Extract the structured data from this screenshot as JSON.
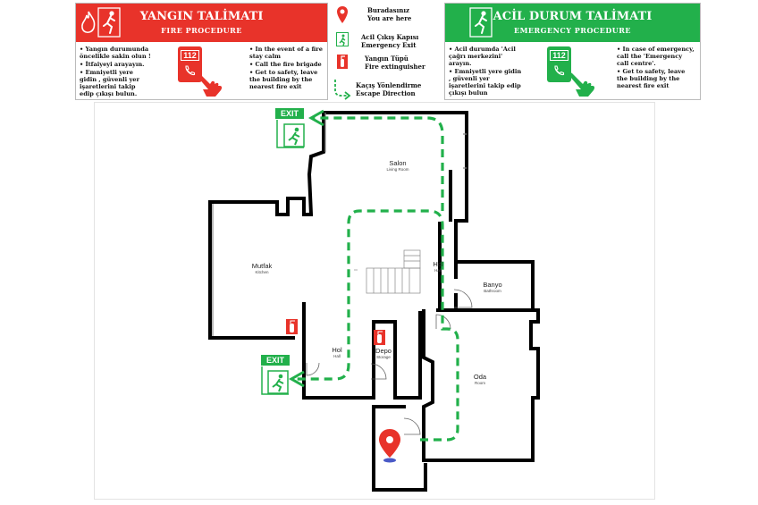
{
  "fire_panel": {
    "title": "YANGIN TALİMATI",
    "subtitle": "FIRE PROCEDURE",
    "phone_number": "112",
    "color": "#e8332a",
    "tr_lines": [
      "Yangın durumunda öncelikle sakin olun !",
      "İtfaiyeyi arayayın.",
      "Emniyetli yere gidin , güvenli yer işaretlerini takip edip çıkışı bulun."
    ],
    "en_lines": [
      "In the event of a fire stay calm",
      "Call the fire brigade",
      "Get to safety, leave the building by the nearest fire exit"
    ],
    "icons": [
      "fire-icon",
      "running-person-icon",
      "phone-icon",
      "hand-pointer-icon"
    ]
  },
  "legend": {
    "items": [
      {
        "icon": "location-pin-icon",
        "tr": "Buradasınız",
        "en": "You are here"
      },
      {
        "icon": "emergency-exit-icon",
        "tr": "Acil Çıkış Kapısı",
        "en": "Emergency Exit"
      },
      {
        "icon": "fire-extinguisher-icon",
        "tr": "Yangın Tüpü",
        "en": "Fire extinguisher"
      },
      {
        "icon": "escape-arrow-icon",
        "tr": "Kaçış Yönlendirme",
        "en": "Escape Direction"
      }
    ]
  },
  "emergency_panel": {
    "title": "ACİL DURUM TALİMATI",
    "subtitle": "EMERGENCY PROCEDURE",
    "phone_number": "112",
    "color": "#22b04b",
    "tr_lines": [
      "Acil durumda 'Acil çağrı merkezini' arayın.",
      "Emniyetli yere gidin , güvenli yer işaretlerini takip edip çıkışı bulun"
    ],
    "en_lines": [
      "In case of emergency, call the 'Emergency call centre'.",
      "Get to safety, leave the building by the nearest fire exit"
    ],
    "icons": [
      "running-person-icon",
      "phone-icon",
      "hand-pointer-icon"
    ]
  },
  "floor_plan": {
    "exit_label": "EXIT",
    "rooms": {
      "salon": {
        "name": "Salon",
        "sub": "Living Room"
      },
      "mutfak": {
        "name": "Mutfak",
        "sub": "Kitchen"
      },
      "hol_upper": {
        "name": "Hol",
        "sub": "Hall"
      },
      "hol_lower": {
        "name": "Hol",
        "sub": "Hall"
      },
      "banyo": {
        "name": "Banyo",
        "sub": "Bathroom"
      },
      "depo": {
        "name": "Depo",
        "sub": "Storage"
      },
      "oda": {
        "name": "Oda",
        "sub": "Room"
      }
    },
    "route_color": "#22b04b",
    "pin_color": "#e8332a"
  }
}
